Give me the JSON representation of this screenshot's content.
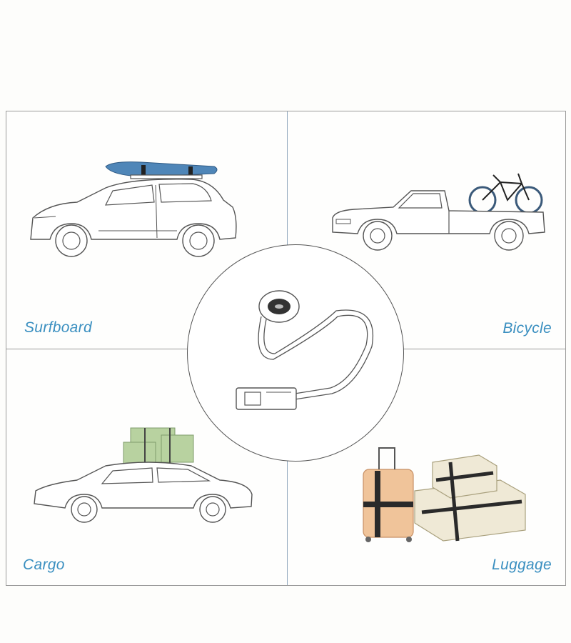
{
  "colors": {
    "label": "#3a8fc0",
    "line": "#555555",
    "surfboard": "#4f86b8",
    "cargo_box": "#b8d2a0",
    "suitcase": "#f0c49a",
    "box": "#efe9d6",
    "strap": "#2a2a2a"
  },
  "panels": [
    {
      "label": "Surfboard",
      "icon": "car-with-surfboard-icon"
    },
    {
      "label": "Bicycle",
      "icon": "pickup-truck-with-bicycle-icon"
    },
    {
      "label": "Cargo",
      "icon": "sedan-with-cargo-icon"
    },
    {
      "label": "Luggage",
      "icon": "luggage-strapped-icon"
    }
  ],
  "product": {
    "icon": "lashing-strap-with-buckle-icon"
  }
}
